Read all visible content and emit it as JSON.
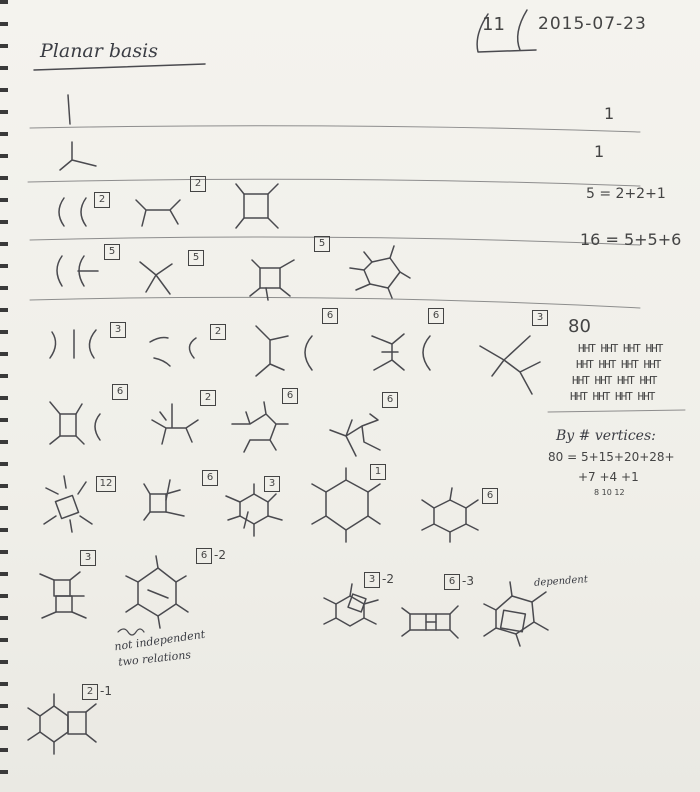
{
  "header": {
    "title": "Planar basis",
    "page_marker": "11",
    "date": "2015-07-23"
  },
  "rows": [
    {
      "count": "1"
    },
    {
      "count": "1"
    },
    {
      "count": "5 = 2+2+1"
    },
    {
      "count": "16 = 5+5+6"
    }
  ],
  "multiplicities": {
    "r3a": "2",
    "r3b": "2",
    "r4a": "5",
    "r4b": "5",
    "r4c": "5",
    "r5a": "3",
    "r5b": "2",
    "r5c": "6",
    "r5d": "6",
    "r5e": "3",
    "r6a": "6",
    "r6b": "2",
    "r6c": "6",
    "r6d": "6",
    "r7a": "12",
    "r7b": "6",
    "r7c": "3",
    "r7d": "1",
    "r7e": "6",
    "r8a": "3",
    "r8b": "6",
    "r8c": "3",
    "r8d": "6",
    "r9a": "2"
  },
  "suffixes": {
    "r8b": "-2",
    "r8c": "-2",
    "r8d": "-3",
    "r9a": "-1"
  },
  "right_notes": {
    "total": "80",
    "tally_lines": [
      "HHT HHT HHT HHT",
      "HHT HHT HHT HHT",
      "HHT HHT HHT HHT",
      "HHT HHT HHT HHT"
    ],
    "by_vertices": "By # vertices:",
    "sum_line1": "80 = 5+15+20+28+",
    "sum_line2": "+7 +4 +1",
    "sum_sub": "8   10   12"
  },
  "annotations": {
    "not_independent": "not independent",
    "two_relations": "two relations",
    "dependent": "dependent"
  }
}
